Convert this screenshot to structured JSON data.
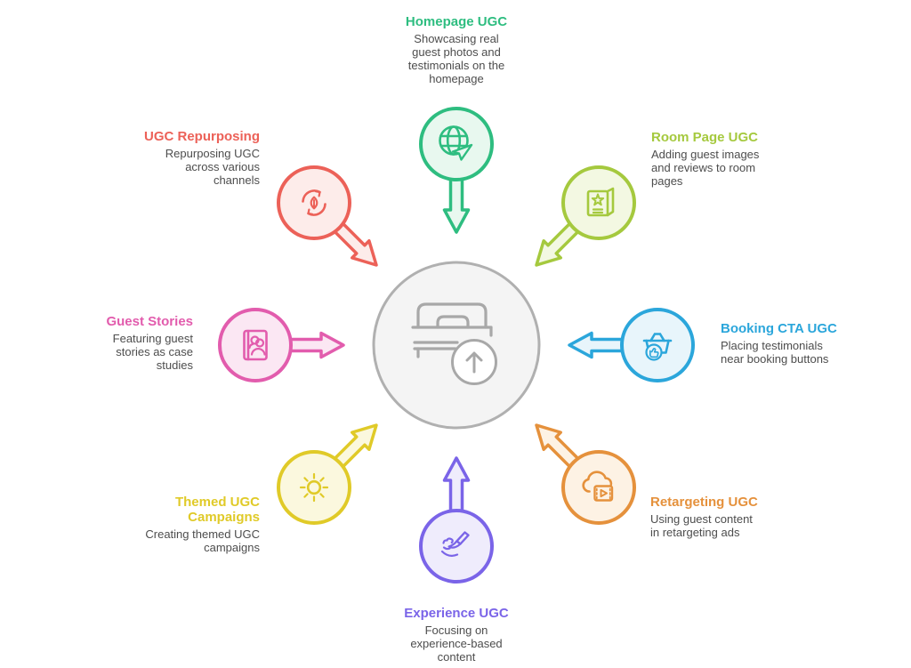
{
  "diagram": {
    "background": "#ffffff",
    "text_color": "#4d4d4d",
    "center": {
      "icon": "bed-upload-icon",
      "fill": "#f4f4f4",
      "stroke": "#b0b0b0",
      "icon_color": "#a8a8a8"
    },
    "nodes": [
      {
        "id": "homepage-ugc",
        "position": "top",
        "title": "Homepage UGC",
        "desc_lines": [
          "Showcasing real",
          "guest photos and",
          "testimonials on the",
          "homepage"
        ],
        "icon": "globe-cursor-icon",
        "color": "#2ebd80",
        "fill": "#e8f8ef"
      },
      {
        "id": "room-page-ugc",
        "position": "top-right",
        "title": "Room Page UGC",
        "desc_lines": [
          "Adding guest images",
          "and reviews to room",
          "pages"
        ],
        "icon": "brochure-star-icon",
        "color": "#a5c93e",
        "fill": "#f3f8e2"
      },
      {
        "id": "booking-cta-ugc",
        "position": "right",
        "title": "Booking CTA UGC",
        "desc_lines": [
          "Placing testimonials",
          "near booking buttons"
        ],
        "icon": "basket-thumbsup-icon",
        "color": "#2ba6db",
        "fill": "#e8f5fb"
      },
      {
        "id": "retargeting-ugc",
        "position": "bottom-right",
        "title": "Retargeting UGC",
        "desc_lines": [
          "Using guest content",
          "in retargeting ads"
        ],
        "icon": "cloud-video-icon",
        "color": "#e5913c",
        "fill": "#fdf2e4"
      },
      {
        "id": "experience-ugc",
        "position": "bottom",
        "title": "Experience UGC",
        "desc_lines": [
          "Focusing on",
          "experience-based",
          "content"
        ],
        "icon": "paintbrush-icon",
        "color": "#7a64e8",
        "fill": "#efecfc"
      },
      {
        "id": "themed-ugc-campaigns",
        "position": "bottom-left",
        "title": "Themed UGC Campaigns",
        "desc_lines": [
          "Creating themed UGC",
          "campaigns"
        ],
        "icon": "sun-icon",
        "color": "#e0ca28",
        "fill": "#fbf8de"
      },
      {
        "id": "guest-stories",
        "position": "left",
        "title": "Guest Stories",
        "desc_lines": [
          "Featuring guest",
          "stories as case",
          "studies"
        ],
        "icon": "photo-album-people-icon",
        "color": "#e25cad",
        "fill": "#fbe7f3"
      },
      {
        "id": "ugc-repurposing",
        "position": "top-left",
        "title": "UGC Repurposing",
        "desc_lines": [
          "Repurposing UGC",
          "across various",
          "channels"
        ],
        "icon": "recycle-leaf-icon",
        "color": "#ec6158",
        "fill": "#fdecea"
      }
    ]
  }
}
